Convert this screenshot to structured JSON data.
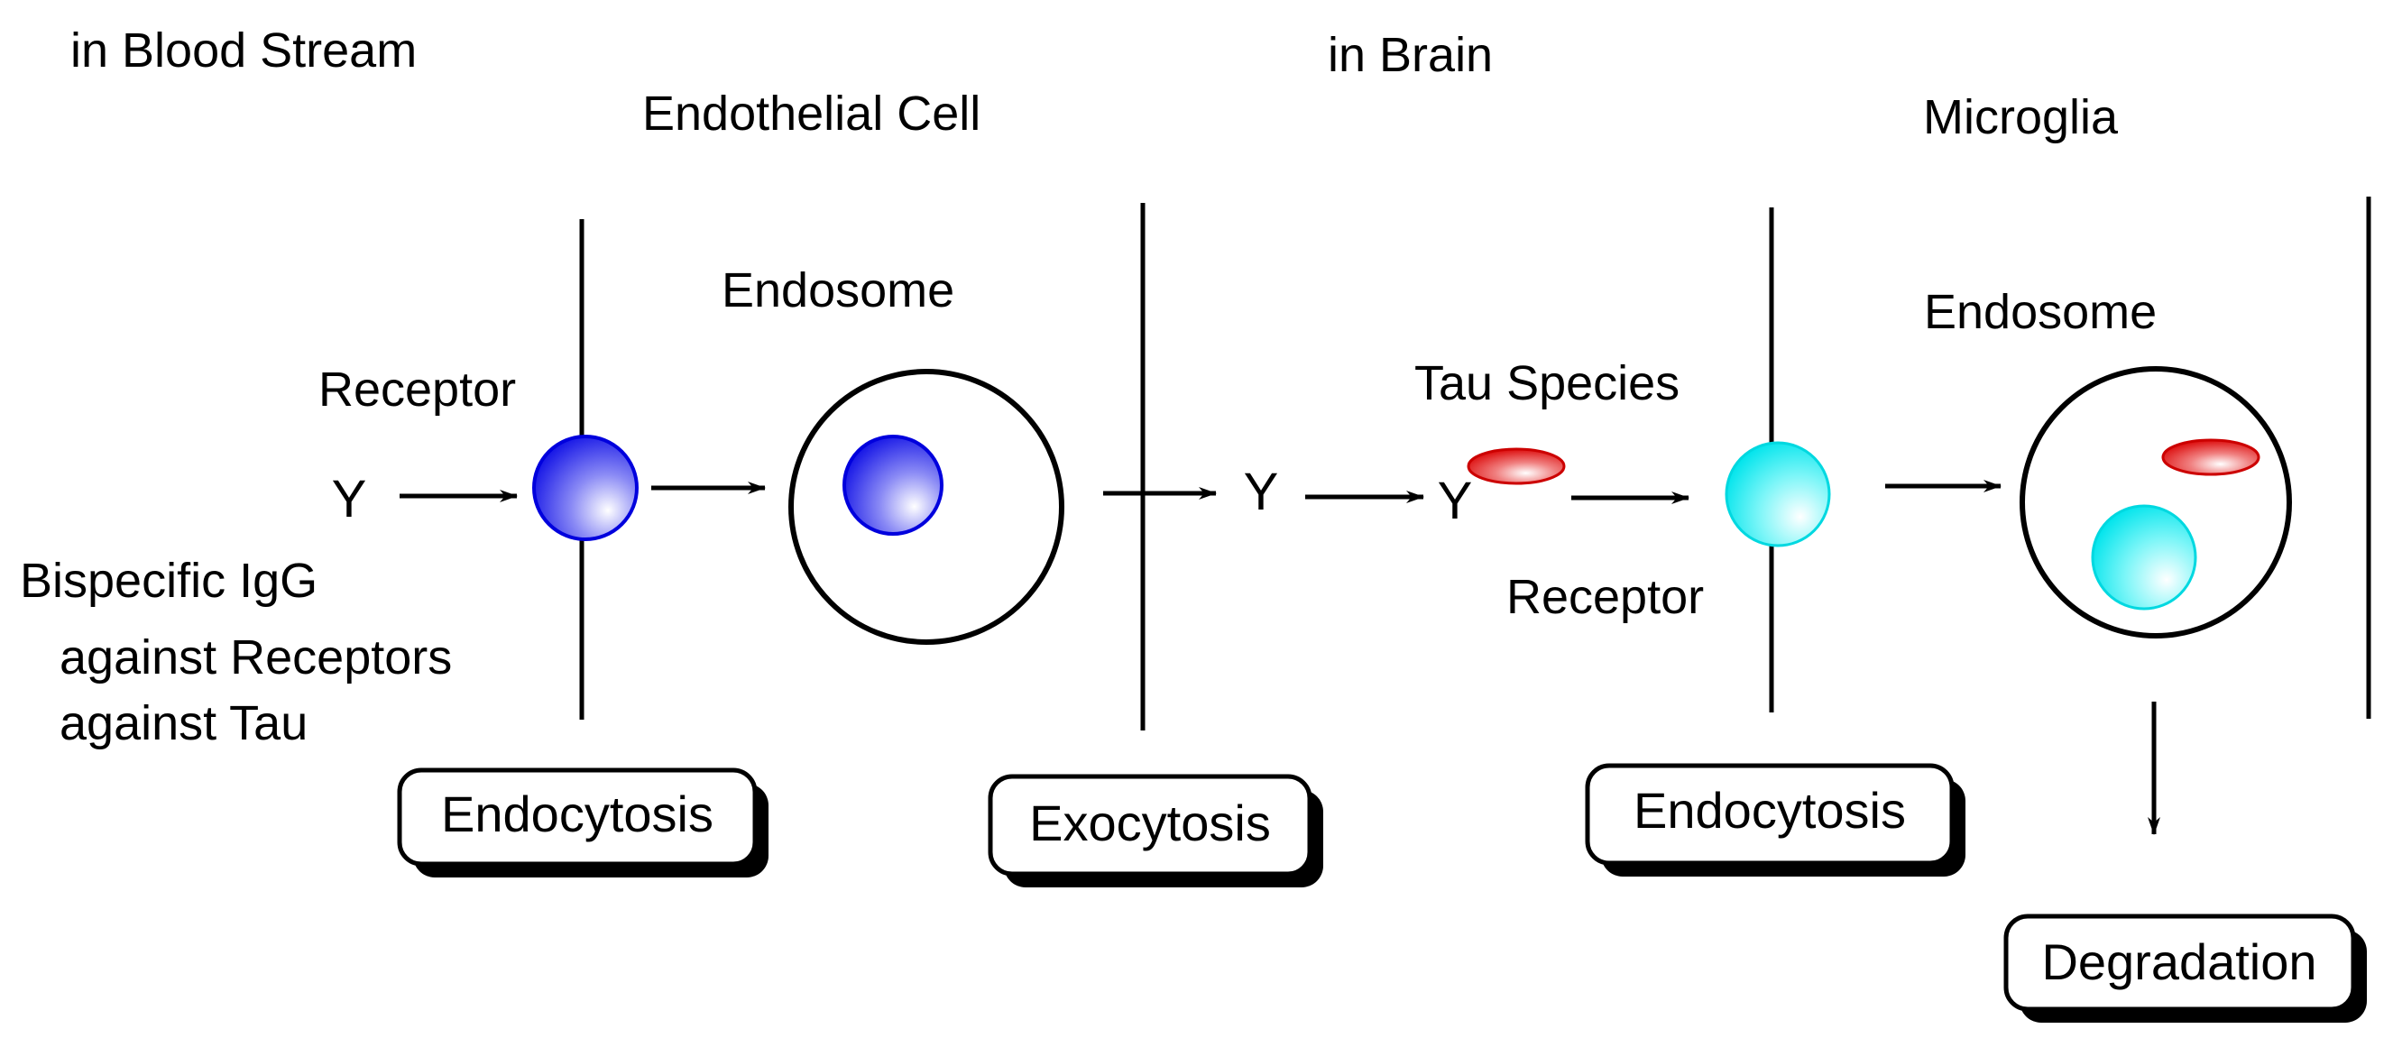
{
  "regions": {
    "blood": "in Blood Stream",
    "endothelial": "Endothelial Cell",
    "brain": "in Brain",
    "microglia": "Microglia"
  },
  "labels": {
    "receptor_left": "Receptor",
    "endosome_left": "Endosome",
    "tau_species": "Tau Species",
    "receptor_right": "Receptor",
    "endosome_right": "Endosome",
    "bispecific_line1": "Bispecific IgG",
    "bispecific_line2": "against Receptors",
    "bispecific_line3": "against Tau"
  },
  "antibody_symbol": "Y",
  "process_boxes": {
    "endocytosis_1": "Endocytosis",
    "exocytosis": "Exocytosis",
    "endocytosis_2": "Endocytosis",
    "degradation": "Degradation"
  },
  "colors": {
    "receptor_blue": "#1010e0",
    "receptor_cyan": "#00e6ee",
    "tau_red": "#e01010"
  }
}
